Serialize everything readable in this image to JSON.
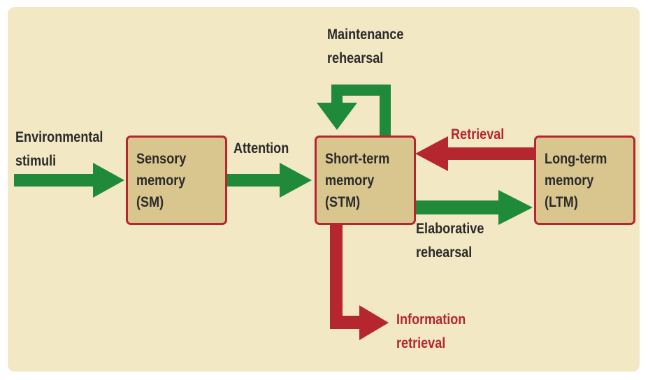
{
  "colors": {
    "background": "#f3e8c4",
    "box_fill": "#d9c68e",
    "box_border": "#b5262f",
    "arrow_green": "#1e8a3a",
    "arrow_red": "#b5262f"
  },
  "boxes": {
    "sensory": "Sensory\nmemory\n(SM)",
    "short_term": "Short-term\nmemory\n(STM)",
    "long_term": "Long-term\nmemory\n(LTM)"
  },
  "labels": {
    "environmental_stimuli": "Environmental\nstimuli",
    "attention": "Attention",
    "maintenance_rehearsal": "Maintenance\nrehearsal",
    "retrieval": "Retrieval",
    "elaborative_rehearsal": "Elaborative\nrehearsal",
    "information_retrieval": "Information\nretrieval"
  }
}
